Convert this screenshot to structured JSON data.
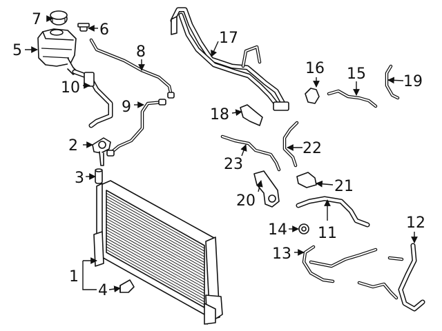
{
  "callouts": [
    {
      "id": "1",
      "text": "1"
    },
    {
      "id": "2",
      "text": "2"
    },
    {
      "id": "3",
      "text": "3"
    },
    {
      "id": "4",
      "text": "4"
    },
    {
      "id": "5",
      "text": "5"
    },
    {
      "id": "6",
      "text": "6"
    },
    {
      "id": "7",
      "text": "7"
    },
    {
      "id": "8",
      "text": "8"
    },
    {
      "id": "9",
      "text": "9"
    },
    {
      "id": "10",
      "text": "10"
    },
    {
      "id": "11",
      "text": "11"
    },
    {
      "id": "12",
      "text": "12"
    },
    {
      "id": "13",
      "text": "13"
    },
    {
      "id": "14",
      "text": "14"
    },
    {
      "id": "15",
      "text": "15"
    },
    {
      "id": "16",
      "text": "16"
    },
    {
      "id": "17",
      "text": "17"
    },
    {
      "id": "18",
      "text": "18"
    },
    {
      "id": "19",
      "text": "19"
    },
    {
      "id": "20",
      "text": "20"
    },
    {
      "id": "21",
      "text": "21"
    },
    {
      "id": "22",
      "text": "22"
    },
    {
      "id": "23",
      "text": "23"
    }
  ]
}
